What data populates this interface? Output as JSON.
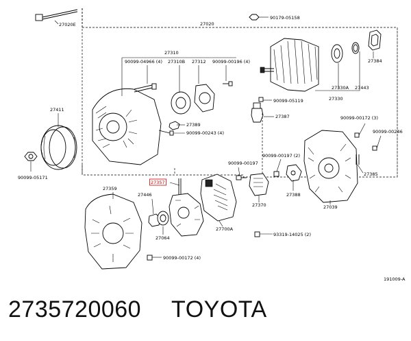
{
  "diagram": {
    "labels": {
      "p27020E": "27020E",
      "p27020": "27020",
      "p90179_05158": "90179-05158",
      "p27310": "27310",
      "p90099_04966": "90099-04966 (4)",
      "p27310B": "27310B",
      "p27312": "27312",
      "p90099_00196": "90099-00196 (4)",
      "p27384": "27384",
      "p27330A": "27330A",
      "p27443": "27443",
      "p27330": "27330",
      "p27411": "27411",
      "p90099_05119": "90099-05119",
      "p27387": "27387",
      "p27389": "27389",
      "p90099_00243": "90099-00243 (4)",
      "p90099_00172_3": "90099-00172 (3)",
      "p90099_00246": "90099-00246",
      "p90099_05171": "90099-05171",
      "p90099_00197a": "90099-00197",
      "p90099_00197b": "90099-00197 (2)",
      "p27357": "27357",
      "p27359": "27359",
      "p27446": "27446",
      "p27385": "27385",
      "p27388": "27388",
      "p27370": "27370",
      "p27039": "27039",
      "p27700A": "27700A",
      "p27064": "27064",
      "p93319_14025": "93319-14025 (2)",
      "p90099_00172_4": "90099-00172 (4)",
      "ref": "191009-A"
    }
  },
  "caption": {
    "part_number": "2735720060",
    "brand": "TOYOTA"
  }
}
